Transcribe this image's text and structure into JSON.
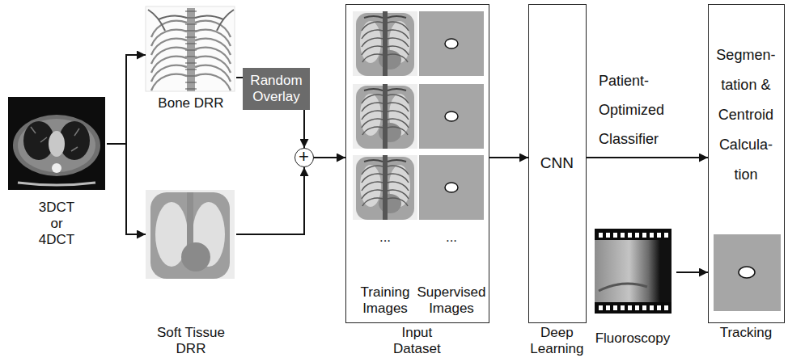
{
  "diagram": {
    "nodes": [
      {
        "text": [
          "3DCT or 4DCT"
        ]
      },
      {
        "text": [
          "Bone DRR"
        ]
      },
      {
        "text": [
          "Soft Tissue DRR"
        ]
      },
      {
        "text": [
          "Random Overlay"
        ]
      },
      {
        "text": [
          "+"
        ]
      },
      {
        "text": [
          "Input Dataset"
        ]
      },
      {
        "text": [
          "CNN",
          "Deep Learning"
        ]
      },
      {
        "text": [
          "Fluoroscopy"
        ]
      },
      {
        "text": [
          "Segmen- tation & Centroid Calcula- tion",
          "Tracking"
        ]
      }
    ],
    "edges": [
      {
        "from": 0,
        "to": 1,
        "arrow": "to"
      },
      {
        "from": 0,
        "to": 2,
        "arrow": "to"
      },
      {
        "from": 1,
        "to": 3,
        "arrow": "none"
      },
      {
        "from": 3,
        "to": 4,
        "arrow": "to"
      },
      {
        "from": 2,
        "to": 4,
        "arrow": "to"
      },
      {
        "from": 4,
        "to": 5,
        "arrow": "to"
      },
      {
        "from": 5,
        "to": 6,
        "arrow": "to"
      },
      {
        "from": 6,
        "to": 8,
        "label": "Patient- Optimized Classifier",
        "arrow": "to"
      },
      {
        "from": 7,
        "to": 8,
        "arrow": "to"
      }
    ],
    "labels": [
      "...",
      "...",
      "Training Images",
      "Supervised Images"
    ]
  }
}
